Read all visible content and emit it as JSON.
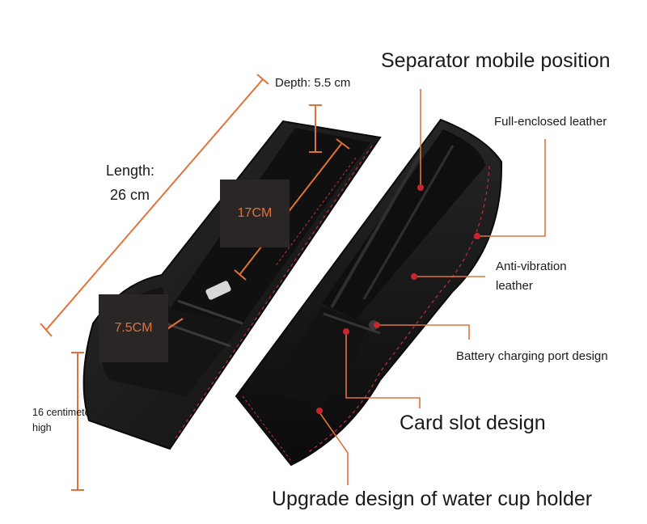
{
  "labels": {
    "depth": "Depth: 5.5 cm",
    "length_line1": "Length:",
    "length_line2": "26 cm",
    "height_line1": "16 centimeters",
    "height_line2": "high",
    "inner_length": "17CM",
    "inner_width": "7.5CM",
    "separator": "Separator mobile position",
    "enclosed_leather": "Full-enclosed leather",
    "anti_vibration_line1": "Anti-vibration",
    "anti_vibration_line2": "leather",
    "charging_port": "Battery charging port design",
    "card_slot": "Card slot design",
    "cup_holder": "Upgrade design of water cup holder"
  },
  "colors": {
    "accent": "#e0733a",
    "leather": "#1c1c1c",
    "stitching": "#b0303a",
    "label_box": "#2a2626",
    "text": "#1a1a1a"
  }
}
